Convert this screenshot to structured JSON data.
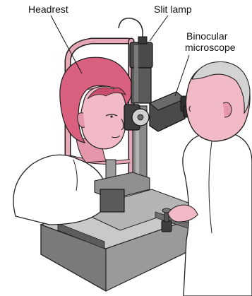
{
  "labels": {
    "headrest": "Headrest",
    "slit_lamp": "Slit lamp",
    "binocular_line1": "Binocular",
    "binocular_line2": "microscope"
  },
  "colors": {
    "skin": "#f2b9c6",
    "skin_shadow": "#e596aa",
    "hair_patient": "#d9607f",
    "hair_doctor": "#d3d3d3",
    "metal_dark": "#4a4a4a",
    "metal_mid": "#8a8a8a",
    "metal_light": "#c8c8c8",
    "frame_pink": "#e7a7b7",
    "coat": "#ffffff",
    "outline": "#222222"
  }
}
